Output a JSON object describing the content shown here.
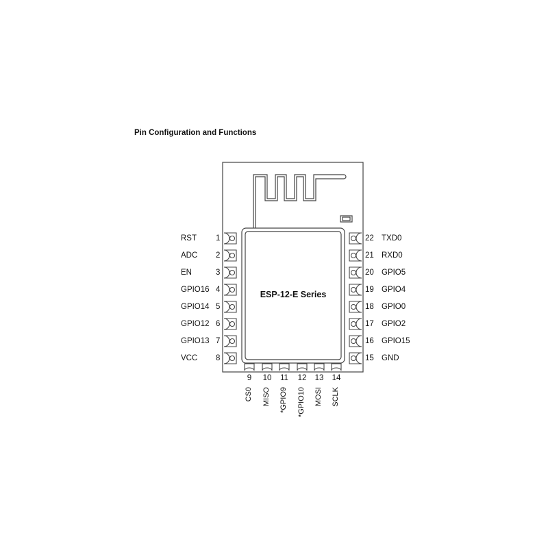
{
  "title": "Pin Configuration and Functions",
  "module": {
    "label": "ESP-12-E Series"
  },
  "left_pins": [
    {
      "num": "1",
      "name": "RST"
    },
    {
      "num": "2",
      "name": "ADC"
    },
    {
      "num": "3",
      "name": "EN"
    },
    {
      "num": "4",
      "name": "GPIO16"
    },
    {
      "num": "5",
      "name": "GPIO14"
    },
    {
      "num": "6",
      "name": "GPIO12"
    },
    {
      "num": "7",
      "name": "GPIO13"
    },
    {
      "num": "8",
      "name": "VCC"
    }
  ],
  "right_pins": [
    {
      "num": "22",
      "name": "TXD0"
    },
    {
      "num": "21",
      "name": "RXD0"
    },
    {
      "num": "20",
      "name": "GPIO5"
    },
    {
      "num": "19",
      "name": "GPIO4"
    },
    {
      "num": "18",
      "name": "GPIO0"
    },
    {
      "num": "17",
      "name": "GPIO2"
    },
    {
      "num": "16",
      "name": "GPIO15"
    },
    {
      "num": "15",
      "name": "GND"
    }
  ],
  "bottom_pins": [
    {
      "num": "9",
      "name": "CS0"
    },
    {
      "num": "10",
      "name": "MISO"
    },
    {
      "num": "11",
      "name": "*GPIO9"
    },
    {
      "num": "12",
      "name": "*GPIO10"
    },
    {
      "num": "13",
      "name": "MOSI"
    },
    {
      "num": "14",
      "name": "SCLK"
    }
  ]
}
